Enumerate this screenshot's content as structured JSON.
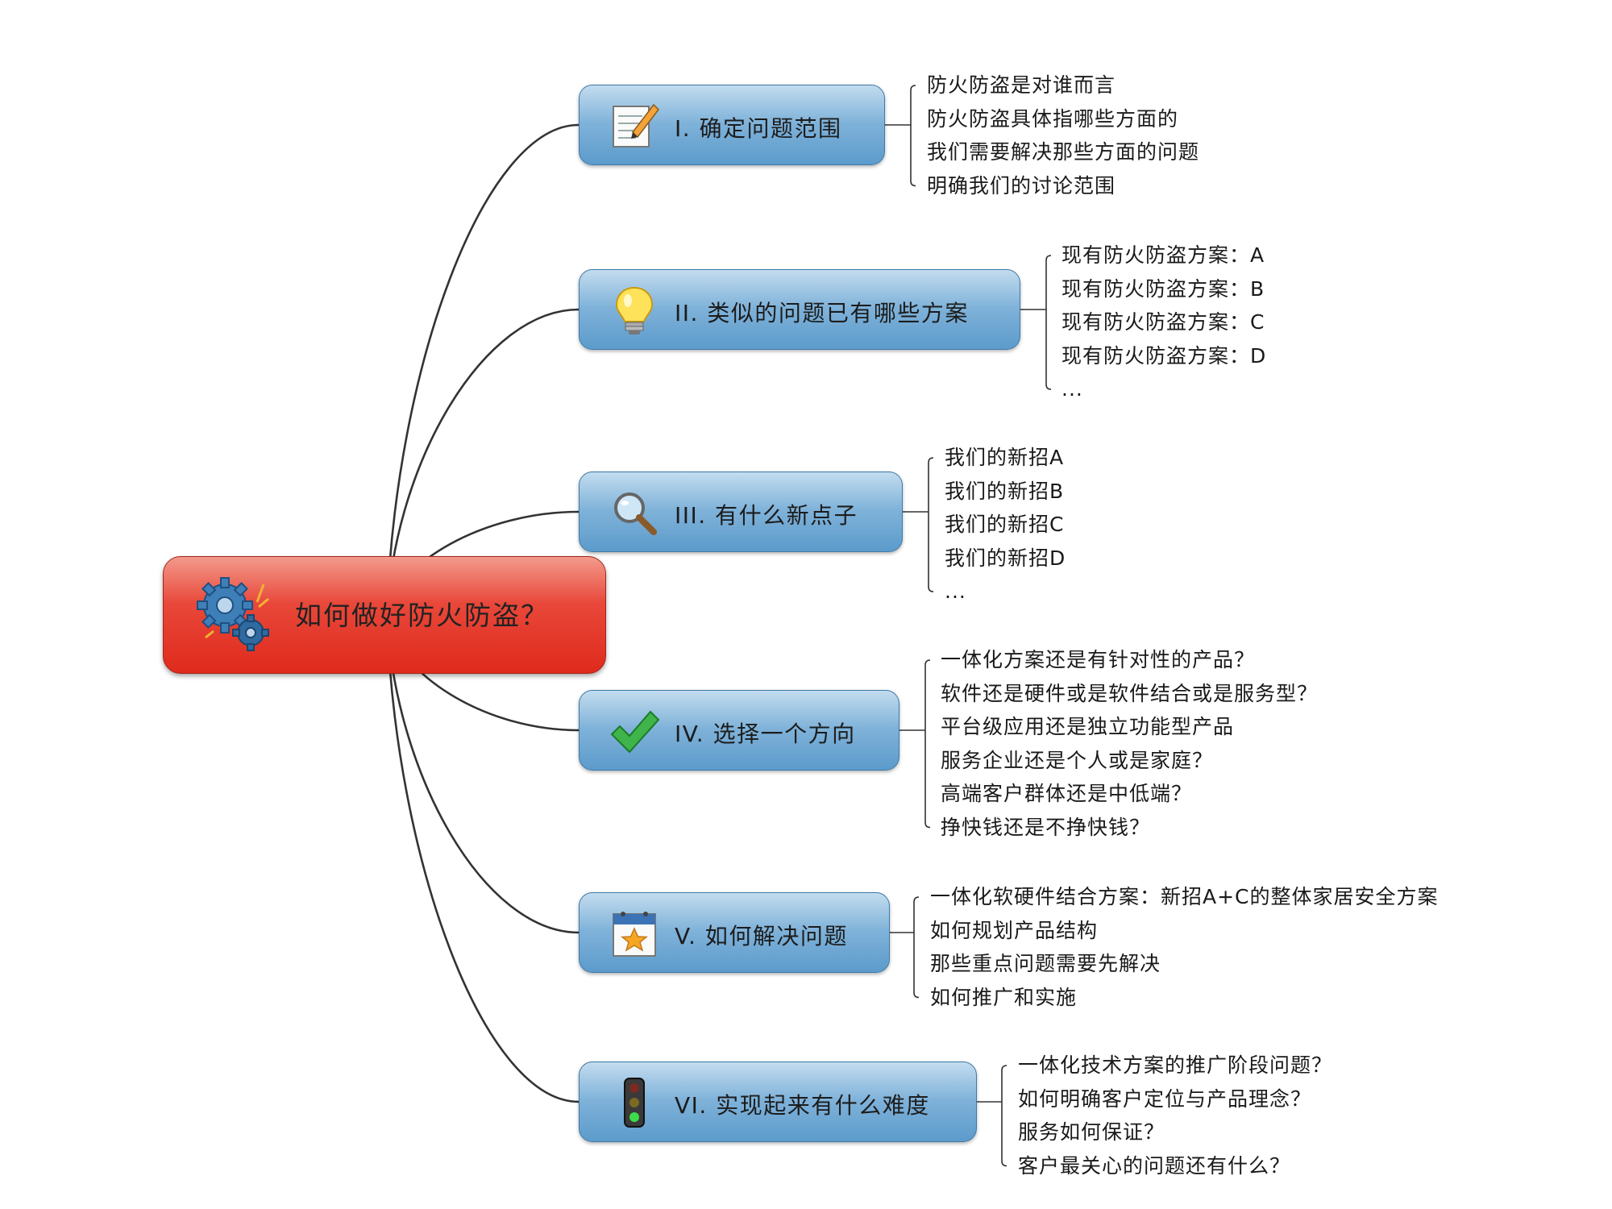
{
  "root": {
    "title": "如何做好防火防盗？",
    "icon": "gears-icon",
    "color": "#e0301f"
  },
  "branches": [
    {
      "label": "I. 确定问题范围",
      "icon": "notepad-pencil-icon",
      "items": [
        "防火防盗是对谁而言",
        "防火防盗具体指哪些方面的",
        "我们需要解决那些方面的问题",
        "明确我们的讨论范围"
      ]
    },
    {
      "label": "II. 类似的问题已有哪些方案",
      "icon": "light-bulb-icon",
      "items": [
        "现有防火防盗方案：A",
        "现有防火防盗方案：B",
        "现有防火防盗方案：C",
        "现有防火防盗方案：D",
        "..."
      ]
    },
    {
      "label": "III. 有什么新点子",
      "icon": "magnifier-icon",
      "items": [
        "我们的新招A",
        "我们的新招B",
        "我们的新招C",
        "我们的新招D",
        "..."
      ]
    },
    {
      "label": "IV. 选择一个方向",
      "icon": "checkmark-icon",
      "items": [
        "一体化方案还是有针对性的产品？",
        "软件还是硬件或是软件结合或是服务型？",
        "平台级应用还是独立功能型产品",
        "服务企业还是个人或是家庭？",
        "高端客户群体还是中低端？",
        "挣快钱还是不挣快钱？"
      ]
    },
    {
      "label": "V. 如何解决问题",
      "icon": "calendar-star-icon",
      "items": [
        "一体化软硬件结合方案：新招A+C的整体家居安全方案",
        "如何规划产品结构",
        "那些重点问题需要先解决",
        "如何推广和实施"
      ]
    },
    {
      "label": "VI. 实现起来有什么难度",
      "icon": "traffic-light-icon",
      "items": [
        "一体化技术方案的推广阶段问题？",
        "如何明确客户定位与产品理念？",
        "服务如何保证？",
        "客户最关心的问题还有什么？"
      ]
    }
  ],
  "colors": {
    "branch": "#6aa7d4",
    "connector": "#333333"
  }
}
